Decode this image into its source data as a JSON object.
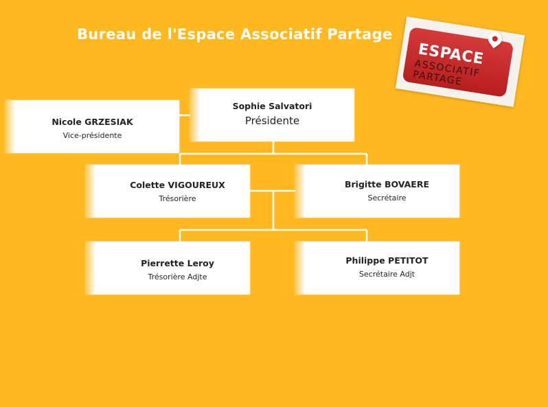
{
  "title": "Bureau de l'Espace Associatif Partage",
  "logo": {
    "line1": "ESPACE",
    "line2": "ASSOCIATIF",
    "line3": "PARTAGE",
    "color": "#c62828"
  },
  "colors": {
    "background": "#FFB820",
    "box": "#ffffff",
    "connector": "#ffffff"
  },
  "members": {
    "president": {
      "name": "Sophie Salvatori",
      "role": "Présidente"
    },
    "vice_president": {
      "name": "Nicole GRZESIAK",
      "role": "Vice-présidente"
    },
    "treasurer": {
      "name": "Colette VIGOUREUX",
      "role": "Trésorière"
    },
    "secretary": {
      "name": "Brigitte BOVAERE",
      "role": "Secrétaire"
    },
    "assistant_treasurer": {
      "name": "Pierrette Leroy",
      "role": "Trésorière Adjte"
    },
    "assistant_secretary": {
      "name": "Philippe PETITOT",
      "role": "Secrétaire Adjt"
    }
  }
}
